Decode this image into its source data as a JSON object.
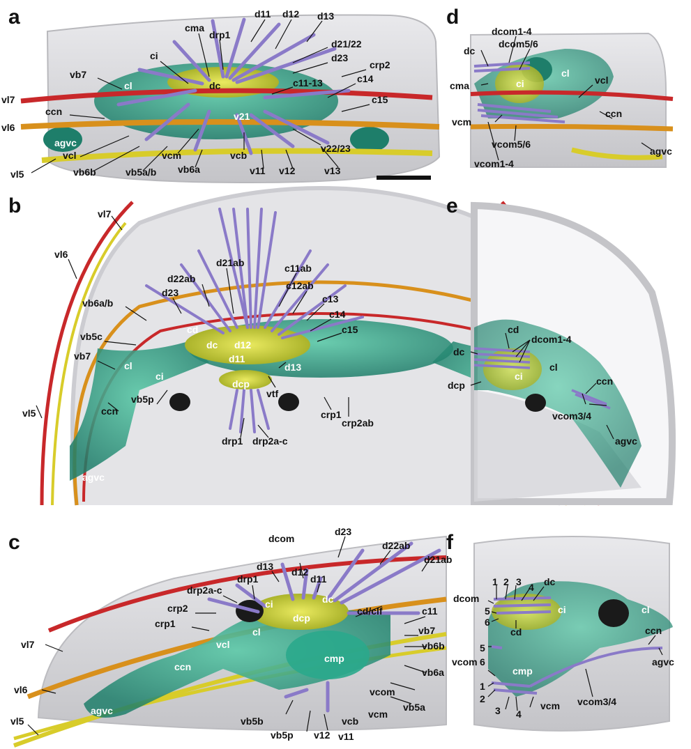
{
  "panels": {
    "a": {
      "letter": "a",
      "labels": [
        "cma",
        "drp1",
        "d11",
        "d12",
        "d13",
        "ci",
        "d21/22",
        "d23",
        "crp2",
        "vb7",
        "dc",
        "cl",
        "c11-13",
        "c14",
        "c15",
        "vl7",
        "ccn",
        "v21",
        "vl6",
        "agvc",
        "vcl",
        "vcm",
        "vcb",
        "v22/23",
        "vl5",
        "vb6b",
        "vb5a/b",
        "vb6a",
        "v11",
        "v12",
        "v13"
      ]
    },
    "b": {
      "letter": "b",
      "labels": [
        "vl7",
        "vl6",
        "d21ab",
        "d22ab",
        "c11ab",
        "c12ab",
        "d23",
        "c13",
        "c14",
        "vb6a/b",
        "c15",
        "vb5c",
        "cd",
        "dc",
        "d12",
        "d11",
        "vb7",
        "cl",
        "ci",
        "d13",
        "dcp",
        "vtf",
        "vb5p",
        "ccn",
        "crp1",
        "crp2ab",
        "drp1",
        "drp2a-c",
        "vl5",
        "agvc"
      ]
    },
    "c": {
      "letter": "c",
      "labels": [
        "dcom",
        "d23",
        "d22ab",
        "d21ab",
        "d13",
        "d12",
        "d11",
        "drp1",
        "drp2a-c",
        "crp2",
        "ci",
        "dc",
        "dcp",
        "cd/clf",
        "c11",
        "crp1",
        "cl",
        "vb7",
        "vb6b",
        "vl7",
        "vcl",
        "cmp",
        "vb6a",
        "ccn",
        "vcom",
        "vl6",
        "vcm",
        "agvc",
        "vcb",
        "vb5a",
        "vb5b",
        "vb5p",
        "v12",
        "v11",
        "vl5"
      ]
    },
    "d": {
      "letter": "d",
      "labels": [
        "dcom1-4",
        "dc",
        "dcom5/6",
        "cl",
        "cma",
        "ci",
        "vcl",
        "ccn",
        "vcm",
        "vcom5/6",
        "vcom1-4",
        "agvc"
      ]
    },
    "e": {
      "letter": "e",
      "labels": [
        "cd",
        "dcom1-4",
        "dc",
        "cl",
        "ci",
        "dcp",
        "ccn",
        "vcom3/4",
        "agvc"
      ]
    },
    "f": {
      "letter": "f",
      "labels": [
        "1",
        "2",
        "3",
        "4",
        "dc",
        "dcom",
        "5",
        "6",
        "cd",
        "ci",
        "cl",
        "ccn",
        "5",
        "vcom",
        "6",
        "cmp",
        "1",
        "2",
        "3",
        "4",
        "vcm",
        "vcom3/4",
        "agvc"
      ]
    }
  },
  "colors": {
    "lateral_red": "#c8282a",
    "orange_tube": "#d8901c",
    "yellow_tube": "#d8cc2a",
    "teal_body": "#2aa88c",
    "purple_root": "#8a7ac8",
    "pink_root": "#c896d6",
    "gray_shell": "#d6d6d8",
    "black_eye": "#1a1a1a"
  }
}
